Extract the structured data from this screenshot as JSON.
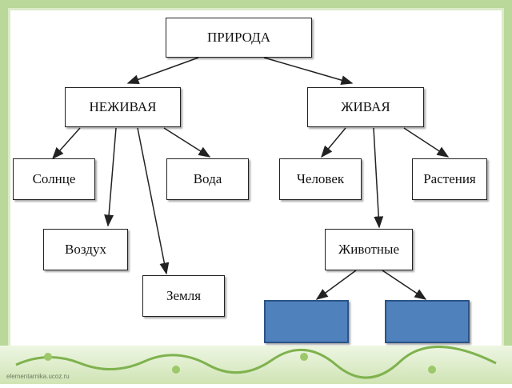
{
  "diagram": {
    "nodes": {
      "nature": "ПРИРОДА",
      "nonliving": "НЕЖИВАЯ",
      "living": "ЖИВАЯ",
      "sun": "Солнце",
      "water": "Вода",
      "air": "Воздух",
      "earth": "Земля",
      "human": "Человек",
      "plants": "Растения",
      "animals": "Животные",
      "blank_left": "",
      "blank_right": ""
    },
    "colors": {
      "frame": "#b9d89a",
      "blank_fill": "#4f81bd",
      "blank_border": "#2c5487"
    }
  },
  "footer": {
    "watermark": "elementarnika.ucoz.ru"
  }
}
